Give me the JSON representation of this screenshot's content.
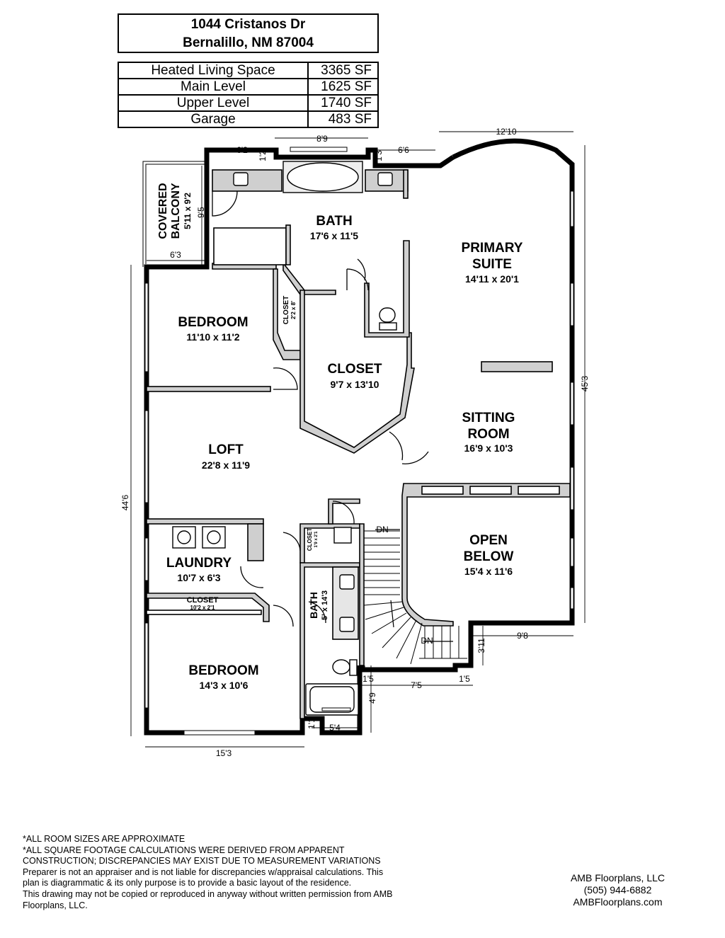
{
  "address": {
    "line1": "1044 Cristanos Dr",
    "line2": "Bernalillo, NM 87004"
  },
  "square_footage": [
    {
      "label": "Heated Living Space",
      "value": "3365 SF"
    },
    {
      "label": "Main Level",
      "value": "1625 SF"
    },
    {
      "label": "Upper Level",
      "value": "1740 SF"
    },
    {
      "label": "Garage",
      "value": "483 SF"
    }
  ],
  "rooms": {
    "bath_main": {
      "name": "BATH",
      "size": "17'6 x 11'5"
    },
    "primary_suite": {
      "name1": "PRIMARY",
      "name2": "SUITE",
      "size": "14'11 x 20'1"
    },
    "covered_balcony": {
      "name1": "COVERED",
      "name2": "BALCONY",
      "size": "5'11 x 9'2"
    },
    "bedroom_1": {
      "name": "BEDROOM",
      "size": "11'10 x 11'2"
    },
    "closet_small": {
      "name": "CLOSET",
      "size": "2'2 x 8'"
    },
    "closet_walkin": {
      "name": "CLOSET",
      "size": "9'7 x 13'10"
    },
    "sitting_room": {
      "name1": "SITTING",
      "name2": "ROOM",
      "size": "16'9 x 10'3"
    },
    "loft": {
      "name": "LOFT",
      "size": "22'8 x 11'9"
    },
    "open_below": {
      "name1": "OPEN",
      "name2": "BELOW",
      "size": "15'4 x 11'6"
    },
    "laundry": {
      "name": "LAUNDRY",
      "size": "10'7 x 6'3"
    },
    "closet_linen": {
      "name": "CLOSET",
      "size": "1'9 x 2'1"
    },
    "closet_laundry": {
      "name": "CLOSET",
      "size": "10'2 x 2'1"
    },
    "bath_2": {
      "name": "BATH",
      "size": "5' x 14'3"
    },
    "bedroom_2": {
      "name": "BEDROOM",
      "size": "14'3 x 10'6"
    }
  },
  "stairs": {
    "dn1": "DN",
    "dn2": "DN"
  },
  "dimensions": {
    "d_8_9": "8'9",
    "d_6_2": "6'2",
    "d_1_2": "1'2",
    "d_1_3": "1'3",
    "d_6_6": "6'6",
    "d_12_10": "12'10",
    "d_9_5": "9'5",
    "d_6_3": "6'3",
    "d_45_3": "45'3",
    "d_44_6": "44'6",
    "d_9_8": "9'8",
    "d_3_11": "3'11",
    "d_1_5a": "1'5",
    "d_7_5": "7'5",
    "d_1_5b": "1'5",
    "d_4_9": "4'9",
    "d_1_1": "1'1",
    "d_5_4": "5'4",
    "d_15_3": "15'3"
  },
  "notes": [
    "*ALL ROOM SIZES ARE APPROXIMATE",
    "*ALL SQUARE FOOTAGE CALCULATIONS WERE DERIVED FROM APPARENT",
    "CONSTRUCTION; DISCREPANCIES MAY EXIST DUE TO MEASUREMENT VARIATIONS",
    "Preparer is not an appraiser and is not liable for discrepancies w/appraisal calculations.  This",
    "plan is diagrammatic & its only purpose is to provide a basic layout of the residence.",
    "This drawing may not be copied or reproduced in anyway without written permission from AMB",
    "Floorplans, LLC."
  ],
  "company": {
    "name": "AMB Floorplans, LLC",
    "phone": "(505) 944-6882",
    "website": "AMBFloorplans.com"
  }
}
